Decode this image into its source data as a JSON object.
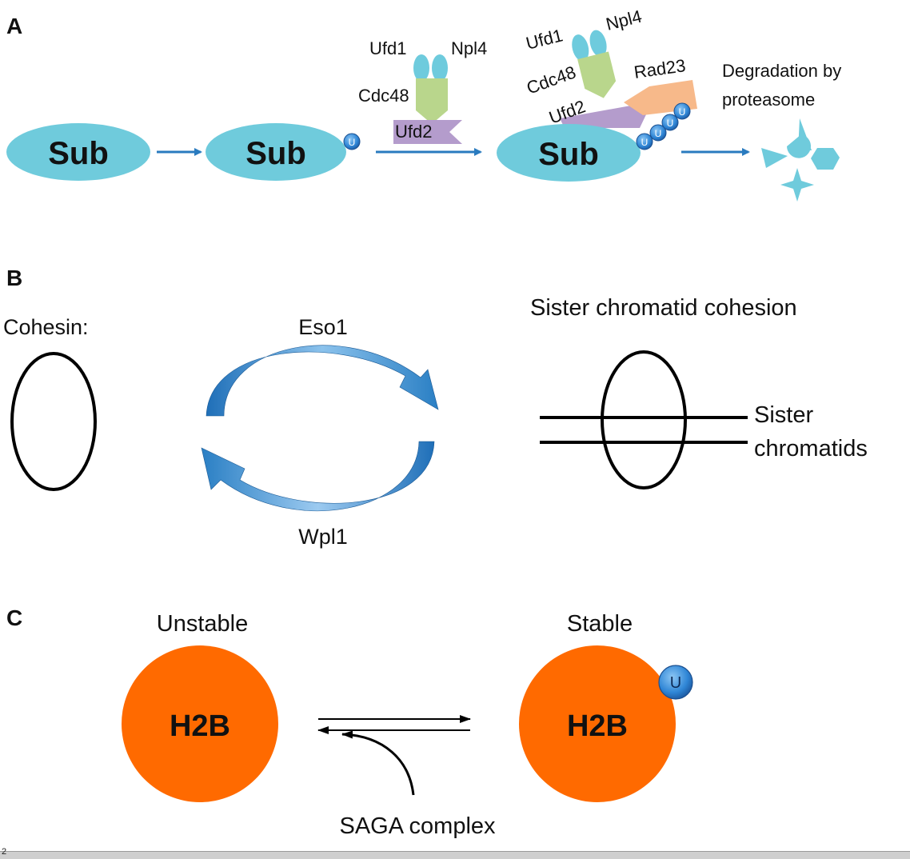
{
  "panels": {
    "a": {
      "label": "A",
      "substrate": "Sub",
      "ubiquitin": "U",
      "ufd1": "Ufd1",
      "npl4": "Npl4",
      "cdc48": "Cdc48",
      "ufd2": "Ufd2",
      "rad23": "Rad23",
      "degradation_line1": "Degradation by",
      "degradation_line2": "proteasome"
    },
    "b": {
      "label": "B",
      "cohesin": "Cohesin:",
      "eso1": "Eso1",
      "wpl1": "Wpl1",
      "cohesion_title": "Sister chromatid cohesion",
      "sister_line1": "Sister",
      "sister_line2": "chromatids"
    },
    "c": {
      "label": "C",
      "unstable": "Unstable",
      "stable": "Stable",
      "h2b": "H2B",
      "ubiquitin": "U",
      "saga": "SAGA complex"
    }
  },
  "colors": {
    "substrate": "#6fcbdc",
    "ubiquitin": "#2f86d6",
    "ufd1_npl4": "#6ecbdd",
    "cdc48": "#b9d68c",
    "ufd2": "#b49ccc",
    "rad23": "#f7b98a",
    "arrow_blue": "#2a7bbf",
    "h2b": "#ff6a00"
  },
  "footer": {
    "label": "2"
  }
}
